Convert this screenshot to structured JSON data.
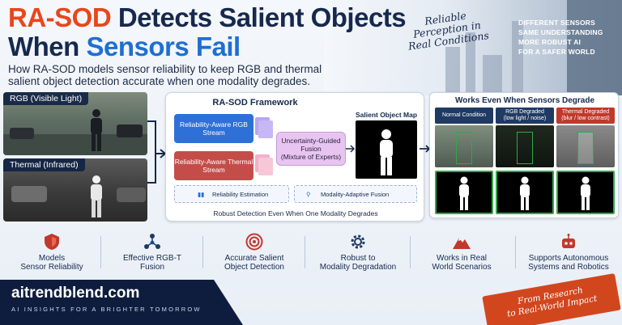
{
  "header": {
    "title_l1a": "RA-SOD",
    "title_l1b": " Detects Salient Objects",
    "title_l2a": "When ",
    "title_l2b": "Sensors Fail",
    "subtitle": "How RA-SOD models sensor reliability to keep RGB and thermal salient object detection accurate when one modality degrades.",
    "script_note": "Reliable Perception in Real Conditions",
    "side_list": [
      "DIFFERENT SENSORS",
      "SAME UNDERSTANDING",
      "MORE ROBUST AI",
      "FOR A SAFER WORLD"
    ]
  },
  "inputs": {
    "rgb_label": "RGB (Visible Light)",
    "thermal_label": "Thermal (Infrared)"
  },
  "framework": {
    "title": "RA-SOD Framework",
    "rgb_stream": "Reliability-Aware RGB Stream",
    "thermal_stream": "Reliability-Aware Thermal Stream",
    "fusion_l1": "Uncertainty-Guided",
    "fusion_l2": "Fusion",
    "fusion_l3": "(Mixture of Experts)",
    "saliency_title": "Salient Object Map",
    "chip_reliability": "Reliability Estimation",
    "chip_fusion": "Modality-Adaptive Fusion",
    "footer": "Robust Detection Even When One Modality Degrades"
  },
  "degrade": {
    "title": "Works Even When Sensors Degrade",
    "cols": [
      {
        "head": "Normal Condition",
        "sub": "",
        "color": "#1f3a63"
      },
      {
        "head": "RGB Degraded",
        "sub": "(low light / noise)",
        "color": "#1f3a63"
      },
      {
        "head": "Thermal Degraded",
        "sub": "(blur / low contrast)",
        "color": "#c0392b"
      }
    ]
  },
  "features": [
    {
      "icon": "shield-icon",
      "l1": "Models",
      "l2": "Sensor Reliability"
    },
    {
      "icon": "network-icon",
      "l1": "Effective RGB-T",
      "l2": "Fusion"
    },
    {
      "icon": "target-icon",
      "l1": "Accurate Salient",
      "l2": "Object Detection"
    },
    {
      "icon": "gear-icon",
      "l1": "Robust to",
      "l2": "Modality Degradation"
    },
    {
      "icon": "mountain-icon",
      "l1": "Works in Real",
      "l2": "World Scenarios"
    },
    {
      "icon": "robot-icon",
      "l1": "Supports Autonomous",
      "l2": "Systems and Robotics"
    }
  ],
  "footer": {
    "brand": "aitrendblend.com",
    "tagline": "AI INSIGHTS FOR A BRIGHTER TOMORROW",
    "ribbon_l1": "From Research",
    "ribbon_l2": "to Real-World Impact"
  },
  "colors": {
    "accent_orange": "#e8461c",
    "navy": "#16294d",
    "blue": "#1f6fd1",
    "rgb_stream": "#2f6fd8",
    "thermal_stream": "#c44d4a",
    "fusion": "#e8c5f1",
    "mask_border": "#2ea84d"
  }
}
